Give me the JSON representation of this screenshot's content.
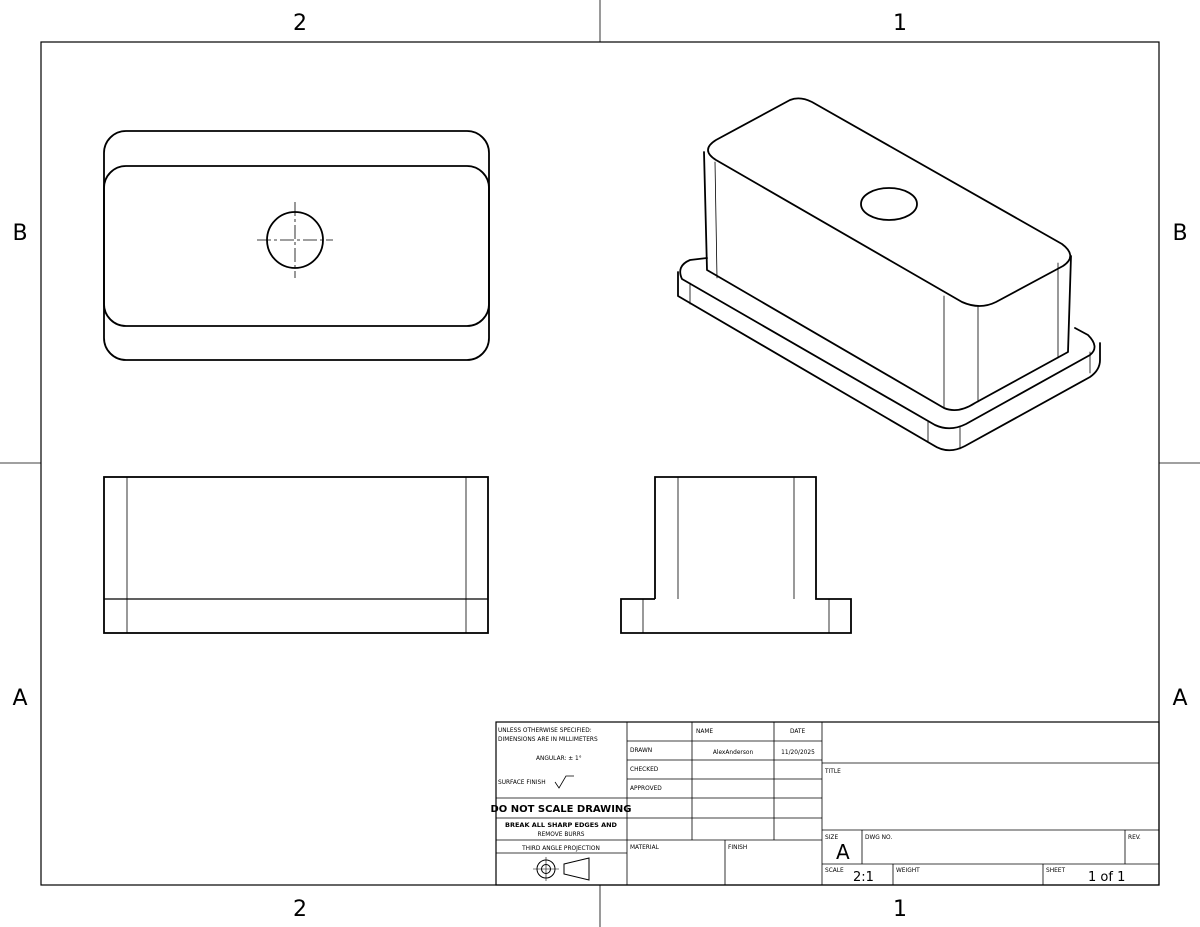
{
  "zones": {
    "col_left": "2",
    "col_right": "1",
    "row_top": "B",
    "row_bottom": "A"
  },
  "title_block": {
    "tolerance_note_1": "UNLESS OTHERWISE SPECIFIED:",
    "tolerance_note_2": "DIMENSIONS ARE IN MILLIMETERS",
    "angular": "ANGULAR: ± 1°",
    "surface_finish": "SURFACE FINISH",
    "do_not_scale": "DO NOT SCALE DRAWING",
    "break_edges_1": "BREAK ALL SHARP EDGES AND",
    "break_edges_2": "REMOVE BURRS",
    "projection": "THIRD ANGLE PROJECTION",
    "col_name": "NAME",
    "col_date": "DATE",
    "drawn_label": "DRAWN",
    "drawn_name": "AlexAnderson",
    "drawn_date": "11/20/2025",
    "checked_label": "CHECKED",
    "approved_label": "APPROVED",
    "material_label": "MATERIAL",
    "finish_label": "FINISH",
    "title_label": "TITLE",
    "size_label": "SIZE",
    "size_value": "A",
    "dwg_no_label": "DWG NO.",
    "rev_label": "REV.",
    "scale_label": "SCALE",
    "scale_value": "2:1",
    "weight_label": "WEIGHT",
    "sheet_label": "SHEET",
    "sheet_value": "1 of 1"
  }
}
